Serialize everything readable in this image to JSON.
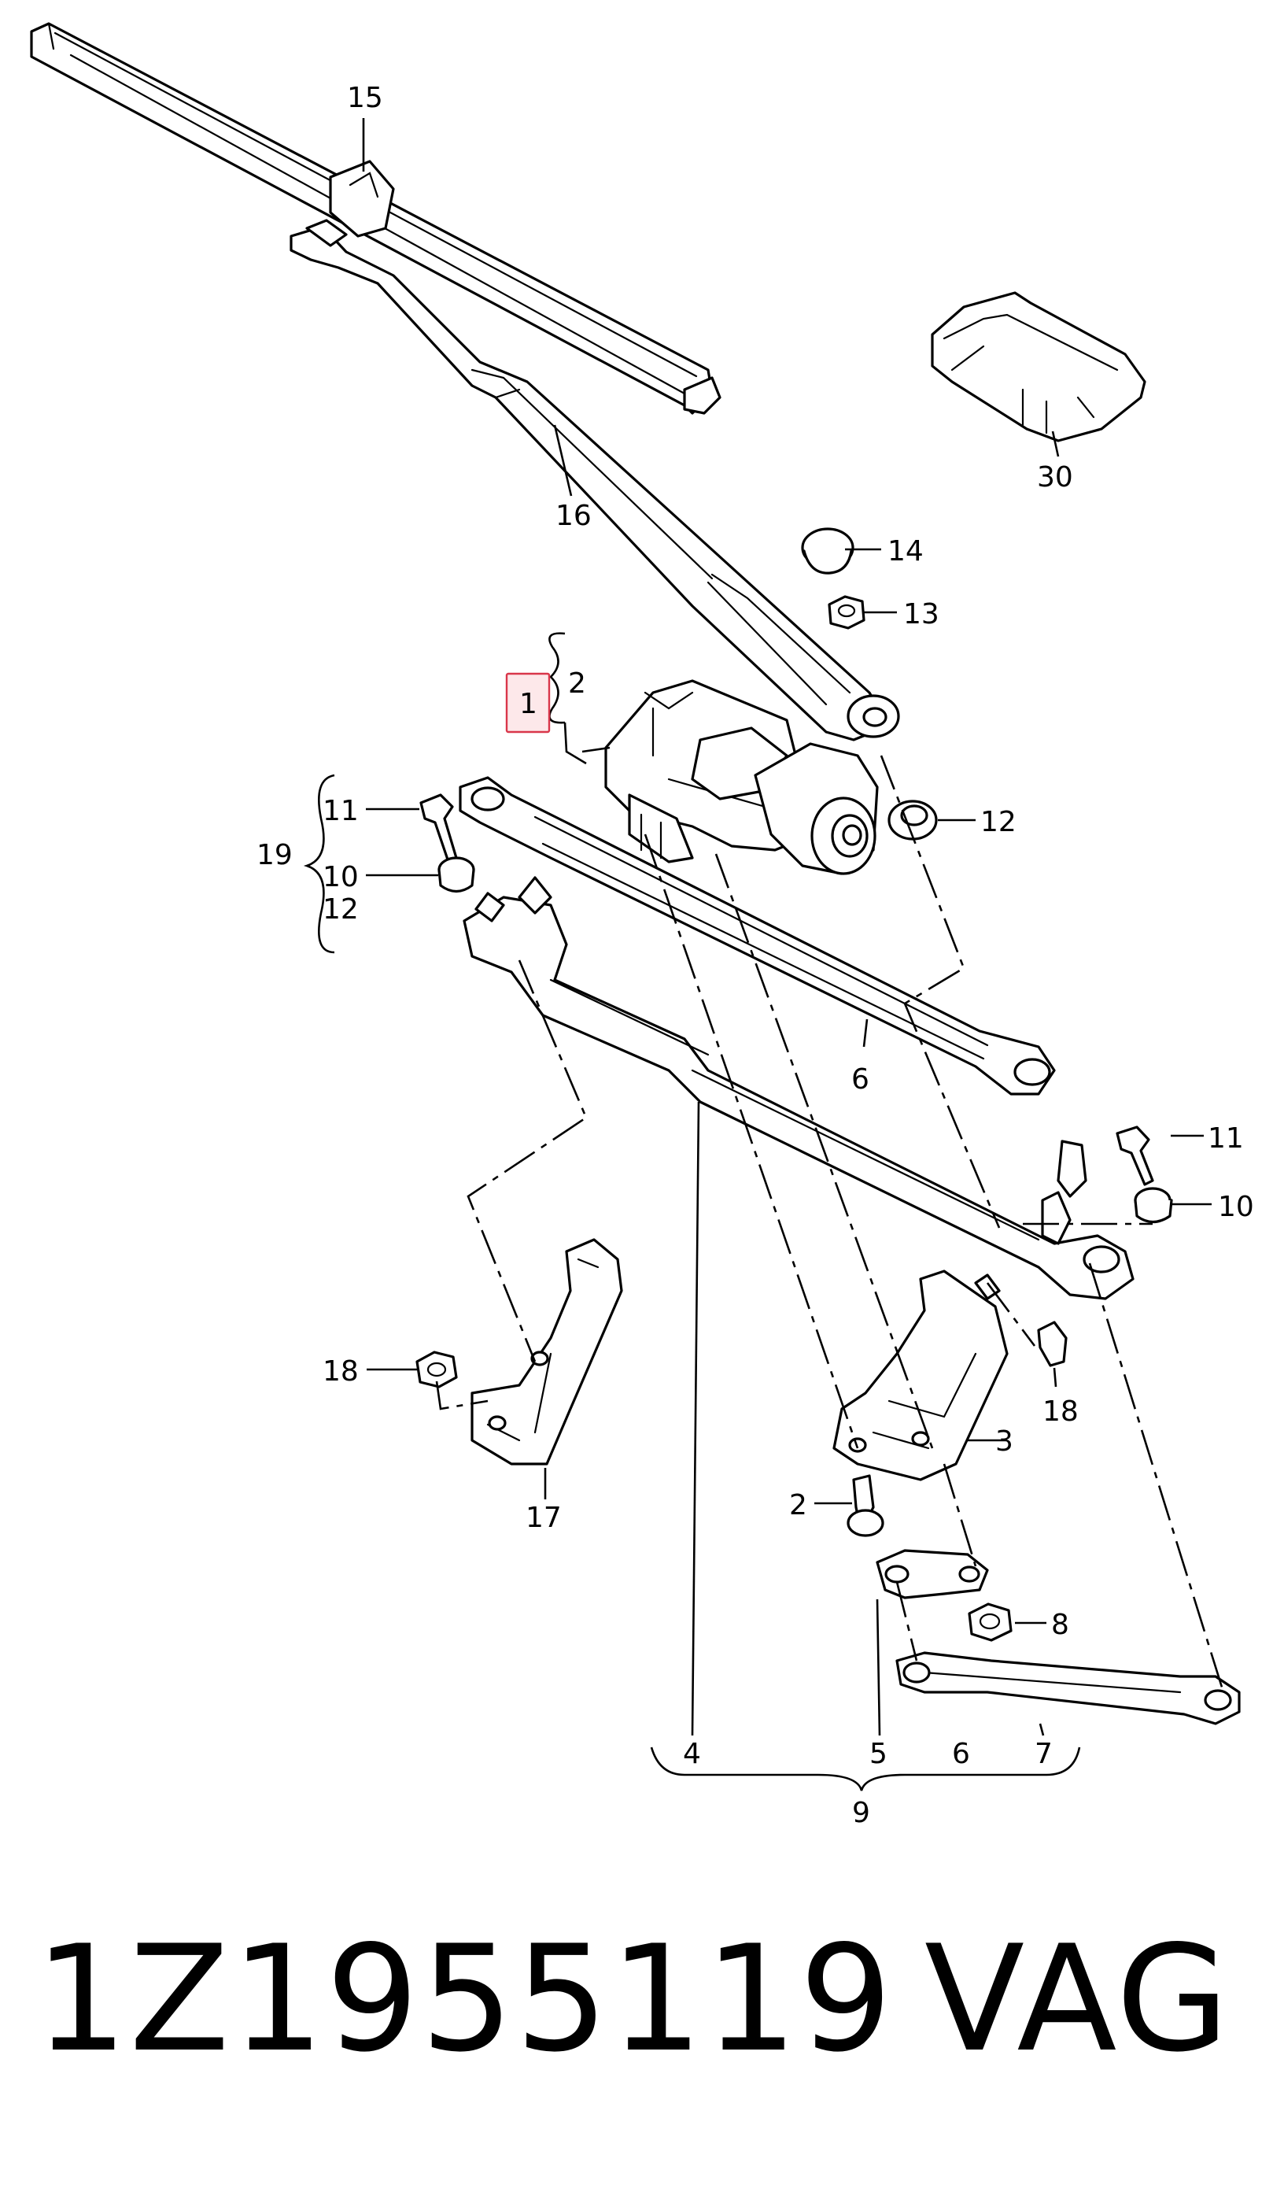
{
  "diagram": {
    "callouts": {
      "c1": "1",
      "c2_top": "2",
      "c2_bolt": "2",
      "c3": "3",
      "c4": "4",
      "c5": "5",
      "c6_link": "6",
      "c6_bottom": "6",
      "c7": "7",
      "c8": "8",
      "c9": "9",
      "c10_left": "10",
      "c10_right": "10",
      "c11_left": "11",
      "c11_right": "11",
      "c12_left": "12",
      "c12_right": "12",
      "c13": "13",
      "c14": "14",
      "c15": "15",
      "c16": "16",
      "c17": "17",
      "c18_left": "18",
      "c18_right": "18",
      "c19": "19",
      "c30": "30"
    },
    "highlight_color": "#d9364a"
  },
  "caption": {
    "part_number": "1Z1955119",
    "brand": "VAG"
  }
}
